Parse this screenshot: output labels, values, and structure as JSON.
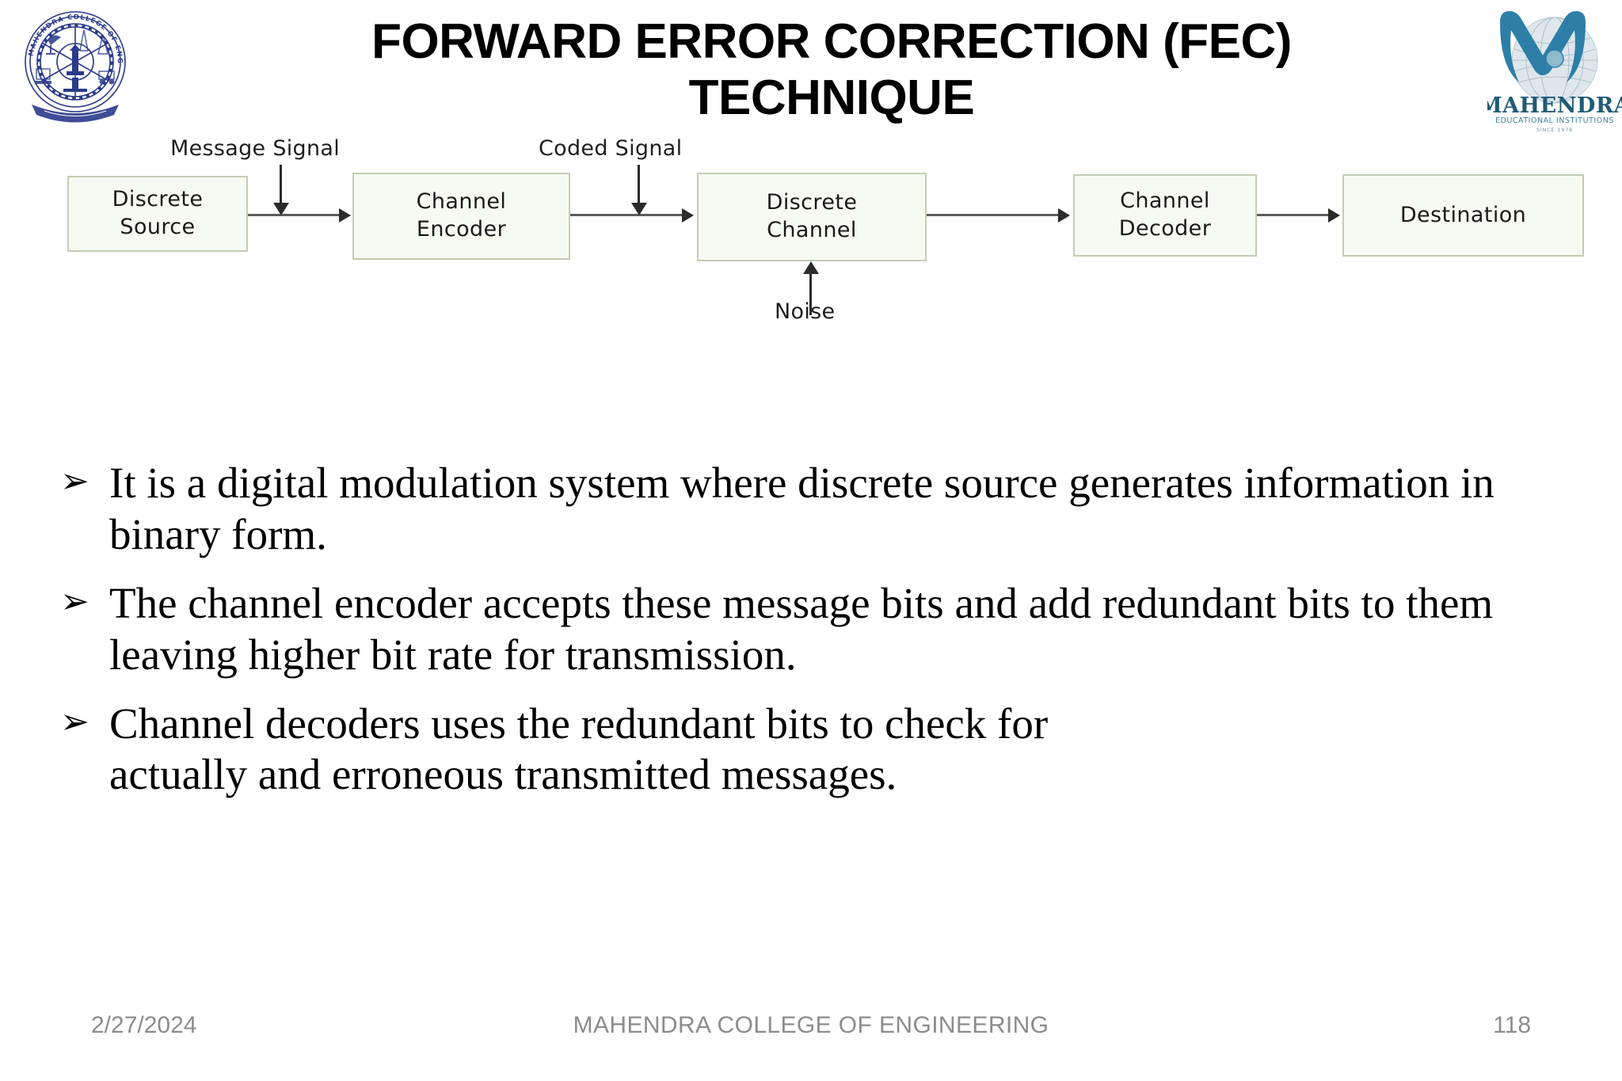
{
  "slide": {
    "title_line1": "FORWARD ERROR CORRECTION (FEC)",
    "title_line2": "TECHNIQUE"
  },
  "logos": {
    "left": {
      "name": "mahendra-college-of-engineering-seal",
      "ring_text": "MAHENDRA COLLEGE OF ENGINEERING",
      "color": "#2a3a8c"
    },
    "right": {
      "name": "mahendra-educational-institutions-logo",
      "title": "MAHENDRA",
      "subtitle": "EDUCATIONAL INSTITUTIONS",
      "tagline": "SINCE 1978",
      "color": "#2d7fa8"
    }
  },
  "diagram": {
    "type": "block-diagram",
    "box_fill": "#f7faf2",
    "box_border": "#c3cdb4",
    "boxes": [
      {
        "id": "discrete-source",
        "label": "Discrete\nSource"
      },
      {
        "id": "channel-encoder",
        "label": "Channel\nEncoder"
      },
      {
        "id": "discrete-channel",
        "label": "Discrete\nChannel"
      },
      {
        "id": "channel-decoder",
        "label": "Channel\nDecoder"
      },
      {
        "id": "destination",
        "label": "Destination"
      }
    ],
    "annotations": [
      {
        "id": "message-signal",
        "label": "Message Signal"
      },
      {
        "id": "coded-signal",
        "label": "Coded Signal"
      },
      {
        "id": "noise",
        "label": "Noise"
      }
    ]
  },
  "bullets": [
    {
      "marker": "➢",
      "text": "It  is  a  digital modulation system where discrete source generates information in binary form."
    },
    {
      "marker": "➢",
      "text": "The channel encoder accepts these message bits and add redundant bits  to them leaving higher bit rate for transmission."
    },
    {
      "marker": "➢",
      "text": "Channel decoders uses the redundant bits to check  for\n            actually and  erroneous transmitted messages."
    }
  ],
  "footer": {
    "date": "2/27/2024",
    "center": "MAHENDRA COLLEGE OF ENGINEERING",
    "page": "118"
  }
}
